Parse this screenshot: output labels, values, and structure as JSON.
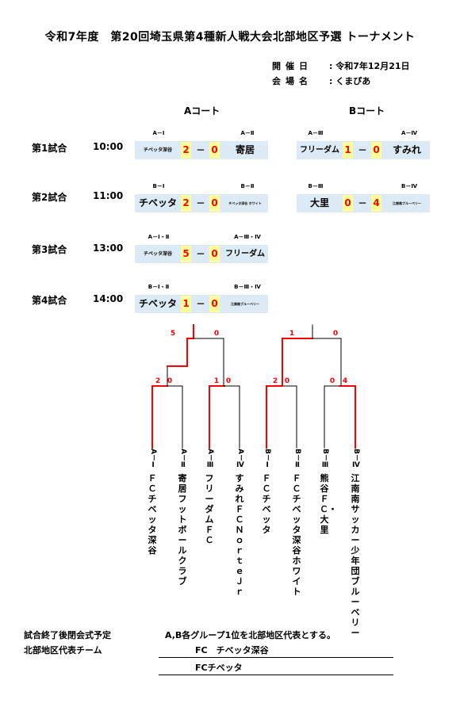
{
  "header": {
    "title": "令和7年度　第20回埼玉県第4種新人戦大会北部地区予選 トーナメント",
    "date_label": "開催日",
    "date_value": "令和7年12月21日",
    "venue_label": "会場名",
    "venue_value": "くまぴあ"
  },
  "courts": {
    "a": "Aコート",
    "b": "Bコート"
  },
  "matches": [
    {
      "slot": "第1試合",
      "time": "10:00",
      "a": {
        "cap_left": "A－Ⅰ",
        "cap_right": "A－Ⅱ",
        "left": "チベッタ深谷",
        "left_score": "2",
        "dash": "－",
        "right_score": "0",
        "right": "寄居"
      },
      "b": {
        "cap_left": "A－Ⅲ",
        "cap_right": "A－Ⅳ",
        "left": "フリーダム",
        "left_score": "1",
        "dash": "－",
        "right_score": "0",
        "right": "すみれ"
      }
    },
    {
      "slot": "第2試合",
      "time": "11:00",
      "a": {
        "cap_left": "B－Ⅰ",
        "cap_right": "B－Ⅱ",
        "left": "チベッタ",
        "left_score": "2",
        "dash": "－",
        "right_score": "0",
        "right": "チベッタ深谷 ホワイト"
      },
      "b": {
        "cap_left": "B－Ⅲ",
        "cap_right": "B－Ⅳ",
        "left": "大里",
        "left_score": "0",
        "dash": "－",
        "right_score": "4",
        "right": "江南南ブルーベリー"
      }
    },
    {
      "slot": "第3試合",
      "time": "13:00",
      "a": {
        "cap_left": "A－Ⅰ・Ⅱ",
        "cap_right": "A－Ⅲ・Ⅳ",
        "left": "チベッタ深谷",
        "left_score": "5",
        "dash": "－",
        "right_score": "0",
        "right": "フリーダム"
      }
    },
    {
      "slot": "第4試合",
      "time": "14:00",
      "a": {
        "cap_left": "B－Ⅰ・Ⅱ",
        "cap_right": "B－Ⅲ・Ⅳ",
        "left": "チベッタ",
        "left_score": "1",
        "dash": "－",
        "right_score": "0",
        "right": "江南南ブルーベリー"
      }
    }
  ],
  "bracket": {
    "final_scores": [
      "5",
      "0",
      "1",
      "0"
    ],
    "semi_scores": [
      "2",
      "0",
      "1",
      "0",
      "2",
      "0",
      "0",
      "4"
    ],
    "teams": [
      {
        "code": "A－Ⅰ",
        "name": "ＦＣ　チベッタ深谷"
      },
      {
        "code": "A－Ⅱ",
        "name": "寄居フットボールクラブ"
      },
      {
        "code": "A－Ⅲ",
        "name": "フリーダムＦＣ"
      },
      {
        "code": "A－Ⅳ",
        "name": "すみれＦＣ　Ｎｏｒｔｅ　Ｊｒ"
      },
      {
        "code": "B－Ⅰ",
        "name": "ＦＣチベッタ"
      },
      {
        "code": "B－Ⅱ",
        "name": "ＦＣ　チベッタ深谷　ホワイト"
      },
      {
        "code": "B－Ⅲ",
        "name": "熊谷ＦＣ・大里"
      },
      {
        "code": "B－Ⅳ",
        "name": "江南南サッカー少年団　ブルーベリー"
      }
    ],
    "colors": {
      "win": "#ff0000",
      "line": "#000000"
    }
  },
  "footer": {
    "closing": "試合終了後閉会式予定",
    "rep_label": "北部地区代表チーム",
    "rule": "A,B各グループ1位を北部地区代表とする。",
    "rep1": "FC　チベッタ深谷",
    "rep2": "FCチベッタ"
  },
  "colors": {
    "team_box": "#dbeaf4",
    "score_box": "#ffff99",
    "score_text": "#ff0000"
  }
}
